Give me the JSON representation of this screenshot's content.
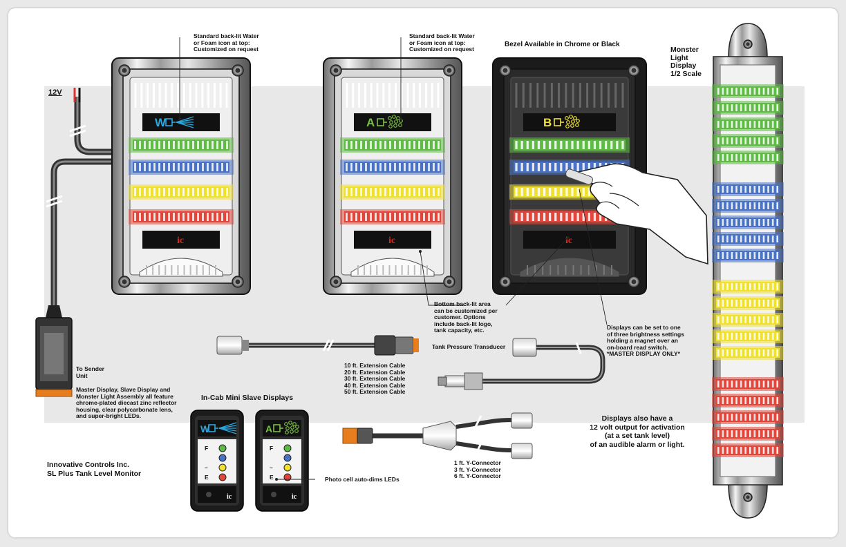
{
  "labels": {
    "power": "12V",
    "backlit_top_1": "Standard back-lit Water\nor Foam icon at top:\nCustomized on request",
    "backlit_top_2": "Standard back-lit Water\nor Foam icon at top:\nCustomized on request",
    "bezel": "Bezel Available in Chrome or Black",
    "monster": "Monster\nLight\nDisplay\n1/2 Scale",
    "bottom_area": "Bottom back-lit area\ncan be customized per\ncustomer. Options\ninclude back-lit logo,\ntank capacity, etc.",
    "brightness": "Displays can be set to one\nof three brightness settings\nholding a magnet over an\non-board read switch.",
    "master_only": "*MASTER DISPLAY ONLY*",
    "tank_pressure": "Tank Pressure Transducer",
    "extension_cables": "10 ft. Extension Cable\n20 ft. Extension Cable\n30 ft. Extension Cable\n40 ft. Extension Cable\n50 ft. Extension Cable",
    "to_sender": "To Sender\nUnit",
    "features": "Master Display, Slave Display and\nMonster Light Assembly all feature\nchrome-plated diecast zinc reflector\nhousing, clear polycarbonate lens,\nand super-bright LEDs.",
    "mini_slave": "In-Cab Mini Slave Displays",
    "company": "Innovative Controls Inc.\nSL Plus Tank Level Monitor",
    "y_connectors": "1 ft. Y-Connector\n3 ft. Y-Connector\n6 ft. Y-Connector",
    "photo_cell": "Photo cell auto-dims LEDs",
    "alarm_output": "Displays also have a\n12 volt output for activation\n(at a set tank level)\nof an audible alarm or light."
  },
  "display_letters": {
    "water": "W",
    "a": "A",
    "b": "B"
  },
  "mini_scale": [
    "F",
    "–",
    "E"
  ],
  "logo_text": "ic",
  "colors": {
    "green": "#5fba46",
    "blue": "#4a72c4",
    "yellow": "#f0e030",
    "red": "#e2453a",
    "water_icon": "#29a9e0",
    "foam_green": "#7bc143",
    "foam_yellow": "#f2e43a",
    "logo_red": "#e2231a",
    "cable_orange": "#e87d1e"
  },
  "icons": [
    "water-icon",
    "foam-icon",
    "hand-icon",
    "ic-logo-icon",
    "screw-icon"
  ]
}
